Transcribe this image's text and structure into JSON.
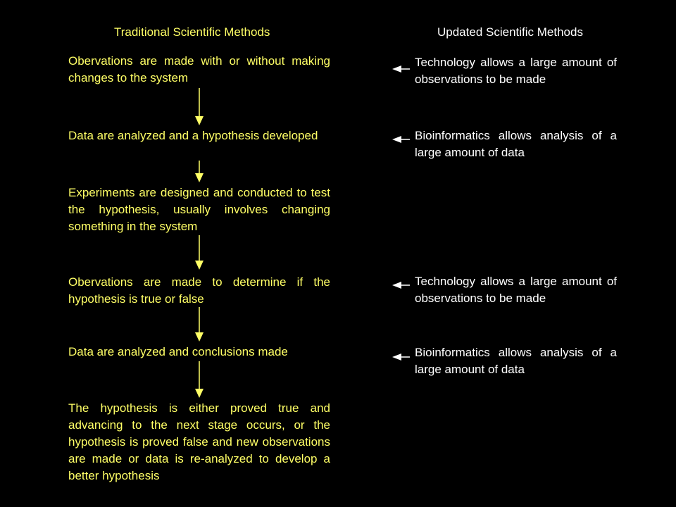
{
  "headers": {
    "traditional": "Traditional Scientific Methods",
    "updated": "Updated Scientific Methods"
  },
  "steps": [
    "Obervations are made with or without making changes to the system",
    "Data are analyzed and a hypothesis developed",
    "Experiments are designed and conducted to test the hypothesis, usually involves changing something in the system",
    "Obervations are made to determine if the hypothesis is true or false",
    "Data are analyzed and conclusions made",
    "The hypothesis is either proved true and advancing to the next stage occurs, or the hypothesis is proved false and new observations are made or data is re-analyzed to develop a better hypothesis"
  ],
  "notes": [
    "Technology allows a large amount of observations to be made",
    "Bioinformatics allows analysis of a large amount of data",
    "Technology allows a large amount of observations to be made",
    "Bioinformatics allows analysis of a large amount of data"
  ],
  "colors": {
    "background": "#000000",
    "traditional_text": "#ffff66",
    "updated_text": "#ffffff",
    "flow_arrow": "#ffff66",
    "side_arrow": "#ffffff"
  }
}
